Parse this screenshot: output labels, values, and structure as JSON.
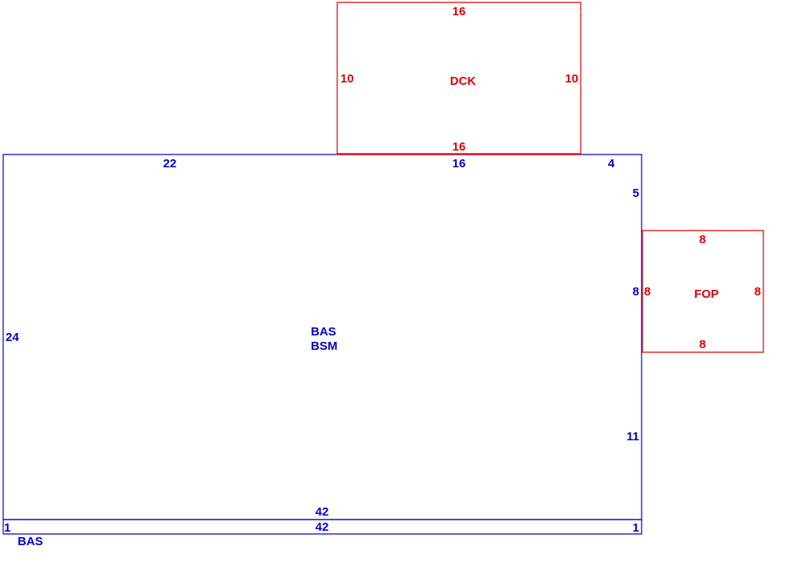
{
  "colors": {
    "main_outline": "#0000cc",
    "addon_outline": "#dd0000",
    "background": "#ffffff"
  },
  "areas": {
    "main": {
      "code_1": "BAS",
      "code_2": "BSM",
      "dims": {
        "top_left": "22",
        "top_mid": "16",
        "top_right": "4",
        "right_upper": "5",
        "right_mid": "8",
        "right_lower": "11",
        "left": "24",
        "bottom": "42"
      }
    },
    "strip": {
      "code": "BAS",
      "dims": {
        "top": "42",
        "left": "1",
        "right": "1"
      }
    },
    "deck": {
      "code": "DCK",
      "dims": {
        "top": "16",
        "bottom": "16",
        "left": "10",
        "right": "10"
      }
    },
    "porch": {
      "code": "FOP",
      "dims": {
        "top": "8",
        "bottom": "8",
        "left": "8",
        "right": "8"
      }
    }
  }
}
